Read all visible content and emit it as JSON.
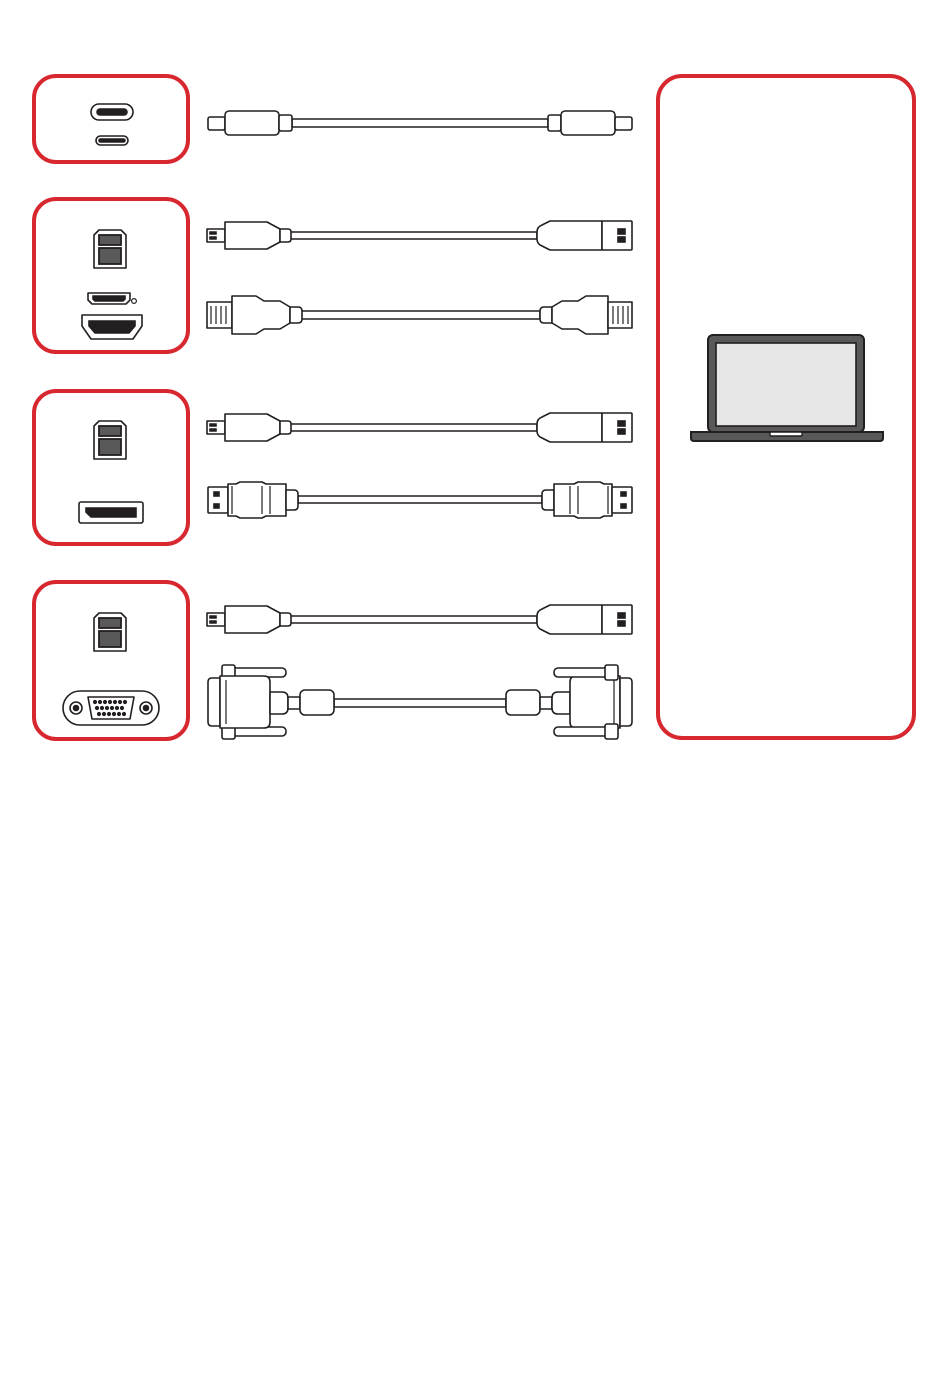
{
  "colors": {
    "accent": "#d7282f",
    "line": "#231f20",
    "laptop_body": "#595959",
    "laptop_screen": "#e6e6e6"
  },
  "rows": [
    {
      "ports": [
        "usb-c-port",
        "usb-c-port-small"
      ],
      "cables": [
        "usb-c-to-usb-c"
      ]
    },
    {
      "ports": [
        "usb-b-port",
        "hdmi-mini-port",
        "hdmi-port"
      ],
      "cables": [
        "usb-b-to-usb-a",
        "hdmi-to-hdmi"
      ]
    },
    {
      "ports": [
        "usb-b-port",
        "displayport-port"
      ],
      "cables": [
        "usb-b-to-usb-a",
        "displayport-to-displayport"
      ]
    },
    {
      "ports": [
        "usb-b-port",
        "vga-port"
      ],
      "cables": [
        "usb-b-to-usb-a",
        "vga-to-vga"
      ]
    }
  ],
  "device": {
    "icon": "laptop-icon"
  }
}
